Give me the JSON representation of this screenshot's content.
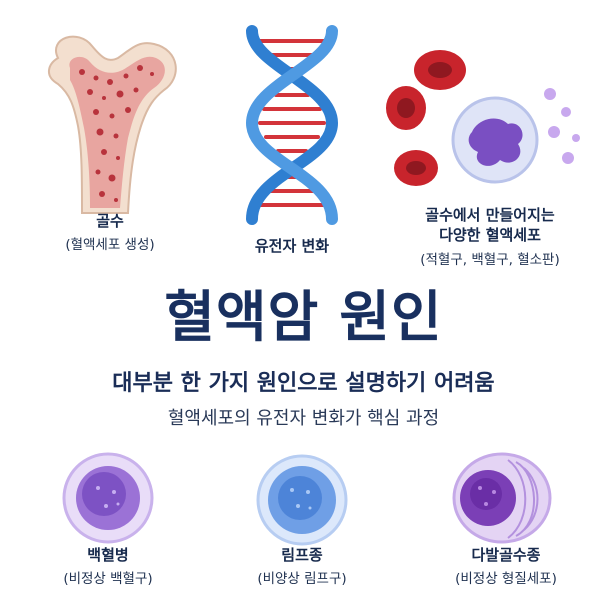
{
  "top_items": [
    {
      "title": "골수",
      "subtitle": "(혈액세포 생성)"
    },
    {
      "title": "유전자 변화"
    },
    {
      "title_lines": [
        "골수에서 만들어지는",
        "다양한 혈액세포"
      ],
      "subtitle": "(적혈구, 백혈구, 혈소판)"
    }
  ],
  "headline": {
    "title": "혈액암 원인",
    "subtitle": "대부분 한 가지 원인으로 설명하기 어려움",
    "note": "혈액세포의 유전자 변화가 핵심 과정"
  },
  "bottom_items": [
    {
      "title": "백혈병",
      "subtitle": "(비정상 백혈구)"
    },
    {
      "title": "림프종",
      "subtitle": "(비양상 림프구)"
    },
    {
      "title": "다발골수종",
      "subtitle": "(비정상 형질세포)"
    }
  ],
  "colors": {
    "title": "#19305f",
    "dna_blue": "#2f7fd1",
    "dna_red": "#d3343a",
    "bone": "#f1dccb",
    "blood_red": "#c8242c"
  }
}
